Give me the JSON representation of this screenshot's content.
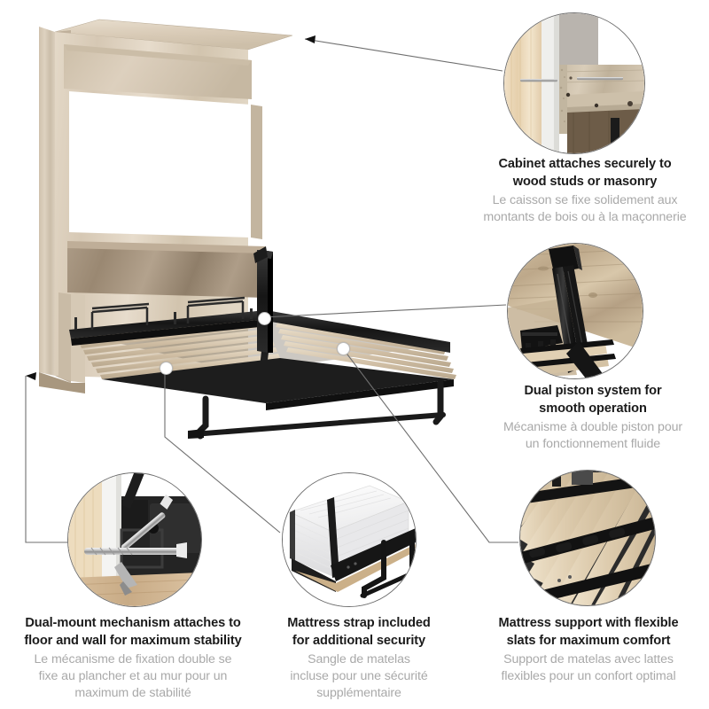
{
  "page": {
    "title": "Murphy bed feature callouts",
    "background_color": "#ffffff",
    "heading_color": "#1b1b1b",
    "subtext_color": "#a9a9a9",
    "leader_line_color": "#6f6f6f",
    "circle_border_color": "#6f6f6f",
    "hotspot_color": "#ffffff"
  },
  "product": {
    "name": "wall-bed-cabinet",
    "cabinet_wood_color": "#ddd1bf",
    "headboard_wood_color": "#a2907c",
    "frame_color": "#1a1a1a",
    "slat_color": "#d9c9b2"
  },
  "features": [
    {
      "id": "cabinet-mount",
      "callout_name": "callout-cabinet-mount",
      "image_alt": "cabinet-wall-mount-closeup",
      "en": [
        "Cabinet attaches securely to",
        "wood studs or masonry"
      ],
      "fr": [
        "Le caisson se fixe solidement aux",
        "montants de bois ou à la maçonnerie"
      ]
    },
    {
      "id": "dual-piston",
      "callout_name": "callout-dual-piston",
      "image_alt": "dual-piston-closeup",
      "en": [
        "Dual piston system for",
        "smooth operation"
      ],
      "fr": [
        "Mécanisme à double piston pour",
        "un fonctionnement fluide"
      ]
    },
    {
      "id": "dual-mount",
      "callout_name": "callout-dual-mount",
      "image_alt": "dual-mount-hardware-closeup",
      "en": [
        "Dual-mount mechanism attaches to",
        "floor and wall for maximum stability"
      ],
      "fr": [
        "Le mécanisme de fixation double se",
        "fixe au plancher et au mur pour un",
        "maximum de stabilité"
      ]
    },
    {
      "id": "mattress-strap",
      "callout_name": "callout-mattress-strap",
      "image_alt": "mattress-strap-closeup",
      "en": [
        "Mattress strap included",
        "for additional security"
      ],
      "fr": [
        "Sangle de matelas",
        "incluse pour une sécurité",
        "supplémentaire"
      ]
    },
    {
      "id": "mattress-support",
      "callout_name": "callout-mattress-support",
      "image_alt": "flexible-slats-closeup",
      "en": [
        "Mattress support with flexible",
        "slats for maximum comfort"
      ],
      "fr": [
        "Support de matelas avec lattes",
        "flexibles pour un confort optimal"
      ]
    }
  ]
}
